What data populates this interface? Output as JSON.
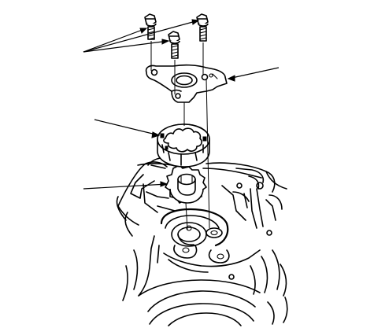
{
  "diagram": {
    "parts": [
      {
        "id": "bolt-left",
        "icon": "bolt-icon"
      },
      {
        "id": "bolt-center",
        "icon": "bolt-icon"
      },
      {
        "id": "bolt-right",
        "icon": "bolt-icon"
      },
      {
        "id": "pump-cover-plate",
        "icon": "cover-plate-icon"
      },
      {
        "id": "outer-rotor",
        "icon": "outer-rotor-icon"
      },
      {
        "id": "inner-rotor",
        "icon": "inner-rotor-icon"
      },
      {
        "id": "pump-housing",
        "icon": "housing-icon"
      }
    ],
    "callouts": [
      {
        "id": "callout-bolts",
        "target": "bolt-left"
      },
      {
        "id": "callout-cover-plate",
        "target": "pump-cover-plate"
      },
      {
        "id": "callout-outer-rotor",
        "target": "outer-rotor"
      },
      {
        "id": "callout-inner-rotor",
        "target": "inner-rotor"
      }
    ],
    "colors": {
      "ink": "#000000",
      "paper": "#ffffff"
    }
  }
}
